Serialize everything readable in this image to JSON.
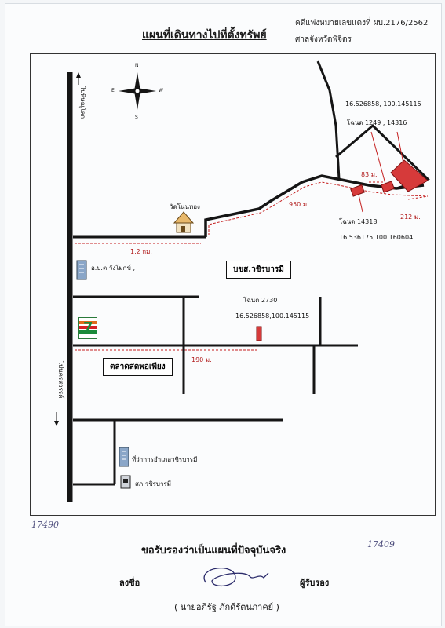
{
  "header": {
    "title": "แผนที่เดินทางไปที่ตั้งทรัพย์",
    "case_no": "คดีแพ่งหมายเลขแดงที่ ผบ.2176/2562",
    "court": "ศาลจังหวัดพิจิตร"
  },
  "compass": {
    "n": "N",
    "s": "S",
    "e": "E",
    "w": "W"
  },
  "roads": {
    "to_phitsanulok": "ไปพิษณุโลก",
    "to_nakhon_sawan": "ไปนครสวรรค์"
  },
  "places": {
    "temple": "วัดโนนทอง",
    "district_admin": "อ.บ.ต.วังโมกข์ ,",
    "company": "บขส.วชิรบารมี",
    "market": "ตลาดสดพอเพียง",
    "district_office": "ที่ว่าการอำเภอวชิรบารมี",
    "police": "สภ.วชิรบารมี",
    "seven_eleven": "7"
  },
  "parcels": {
    "p_1249": "โฉนด 1249 , 14316",
    "p_1249_coords": "16.526858, 100.145115",
    "p_14318": "โฉนด 14318",
    "p_14318_coords": "16.536175,100.160604",
    "p_2730": "โฉนด 2730",
    "p_2730_coords": "16.526858,100.145115"
  },
  "distances": {
    "d_950": "950 ม.",
    "d_83": "83 ม.",
    "d_212": "212 ม.",
    "d_1_2km": "1.2 กม.",
    "d_190": "190 ม."
  },
  "footer": {
    "certify": "ขอรับรองว่าเป็นแผนที่ปัจจุบันจริง",
    "sign_label": "ลงชื่อ",
    "certifier_label": "ผู้รับรอง",
    "signer_name": "( นายอภิรัฐ ภักดีรัตนภาคย์ )"
  },
  "handwriting": {
    "left_note": "17490",
    "right_note": "17409"
  },
  "colors": {
    "road": "#151515",
    "parcel": "#d63a3a",
    "route": "#c41e1e"
  }
}
